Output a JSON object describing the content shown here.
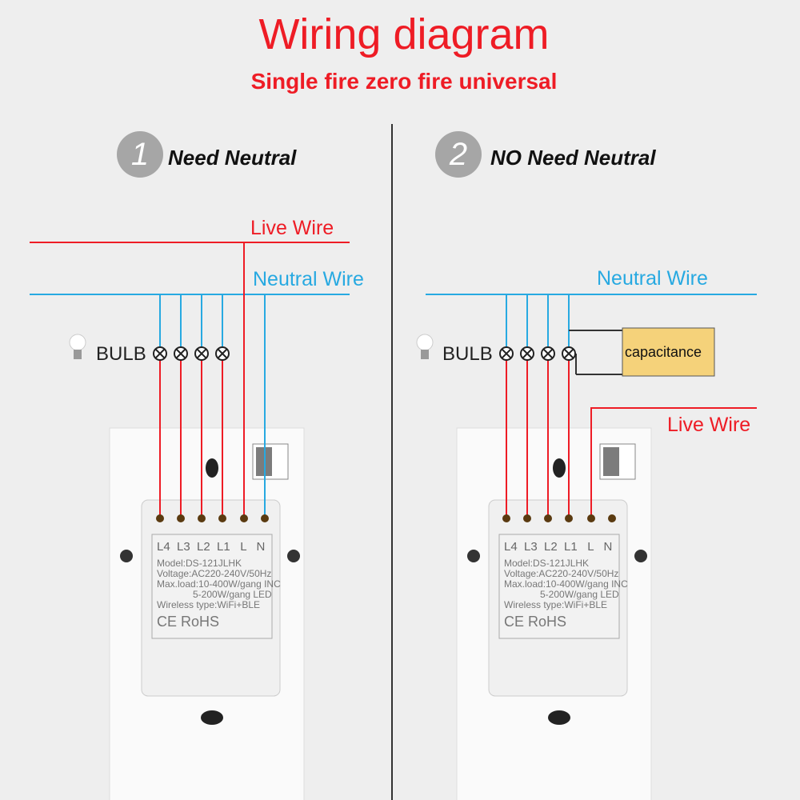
{
  "header": {
    "title": "Wiring diagram",
    "subtitle": "Single fire zero fire universal"
  },
  "colors": {
    "live": "#ee1c25",
    "neutral": "#27a9e1",
    "capacitor": "#f5d27a"
  },
  "panels": [
    {
      "number": "1",
      "heading": "Need Neutral",
      "live_label": "Live Wire",
      "neutral_label": "Neutral Wire",
      "bulb_label": "BULB"
    },
    {
      "number": "2",
      "heading": "NO Need Neutral",
      "live_label": "Live Wire",
      "neutral_label": "Neutral Wire",
      "bulb_label": "BULB",
      "capacitor_label": "capacitance"
    }
  ],
  "switch_label": {
    "terminals": "L4  L3  L2  L1   L   N",
    "model": "Model:DS-121JLHK",
    "voltage": "Voltage:AC220-240V/50Hz",
    "maxload": "Max.load:10-400W/gang  INC",
    "maxload_led": "5-200W/gang  LED",
    "wireless": "Wireless type:WiFi+BLE",
    "marks": "CE RoHS"
  }
}
